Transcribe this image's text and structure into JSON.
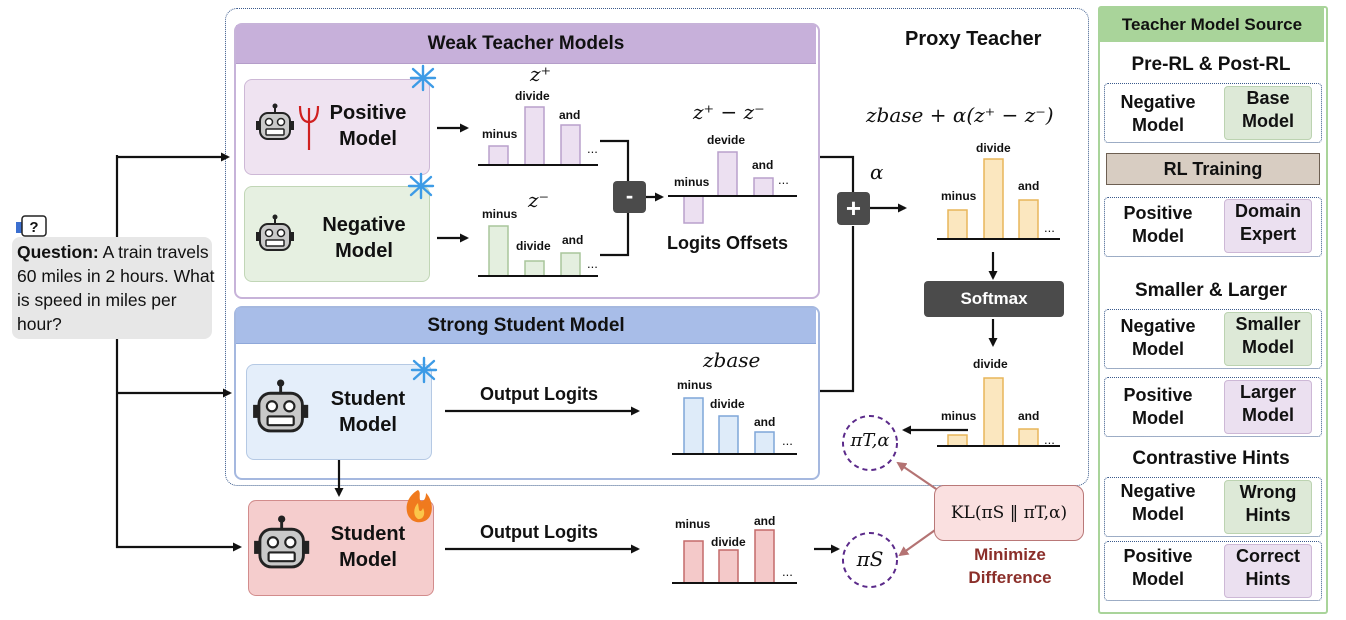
{
  "colors": {
    "weak_header": "#c7b0da",
    "strong_header": "#a8bde8",
    "positive_bar": "#ece0f1",
    "negative_bar": "#e4efdf",
    "proxy_bar": "#fbe7bf",
    "student_bar": "#deebf9",
    "trained_bar": "#f4c9c9",
    "side_green": "#a9d49a",
    "pi_circle": "#5b2a8a",
    "kl_arrow": "#b47373",
    "minimize_text": "#8b2f2a"
  },
  "icons": [
    "question-chat-icon",
    "robot-icon",
    "devil-trident-icon",
    "snowflake-icon",
    "flame-icon"
  ],
  "question": {
    "label": "Question:",
    "text": " A train travels 60 miles in 2 hours. What is speed in miles per hour?"
  },
  "proxy_teacher": {
    "title": "Proxy Teacher",
    "weak_header": "Weak Teacher Models",
    "strong_header": "Strong Student Model",
    "positive_model": "Positive\nModel",
    "negative_model": "Negative\nModel",
    "student_model": "Student\nModel",
    "z_plus": "z⁺",
    "z_minus": "z⁻",
    "z_diff": "z⁺ − z⁻",
    "logits_offsets": "Logits Offsets",
    "output_logits": "Output Logits",
    "z_base": "zbase",
    "combined_formula": "zbase + α(z⁺ − z⁻)",
    "alpha": "α",
    "minus_op": "-",
    "plus_op": "+",
    "softmax": "Softmax",
    "pi_t": "πT,α",
    "token_minus": "minus",
    "token_divide": "divide",
    "token_devide": "devide",
    "token_and": "and",
    "ellipsis": "..."
  },
  "student_training": {
    "student_model": "Student\nModel",
    "output_logits": "Output Logits",
    "pi_s": "πS",
    "kl": "KL(πS ‖ πT,α)",
    "minimize": "Minimize\nDifference"
  },
  "sidebar": {
    "title": "Teacher Model Source",
    "sections": [
      {
        "title": "Pre-RL & Post-RL",
        "negative_label": "Negative\nModel",
        "negative_chip": "Base\nModel",
        "middle": "RL Training",
        "positive_label": "Positive\nModel",
        "positive_chip": "Domain\nExpert"
      },
      {
        "title": "Smaller & Larger",
        "negative_label": "Negative\nModel",
        "negative_chip": "Smaller\nModel",
        "positive_label": "Positive\nModel",
        "positive_chip": "Larger\nModel"
      },
      {
        "title": "Contrastive Hints",
        "negative_label": "Negative\nModel",
        "negative_chip": "Wrong\nHints",
        "positive_label": "Positive\nModel",
        "positive_chip": "Correct\nHints"
      }
    ]
  }
}
